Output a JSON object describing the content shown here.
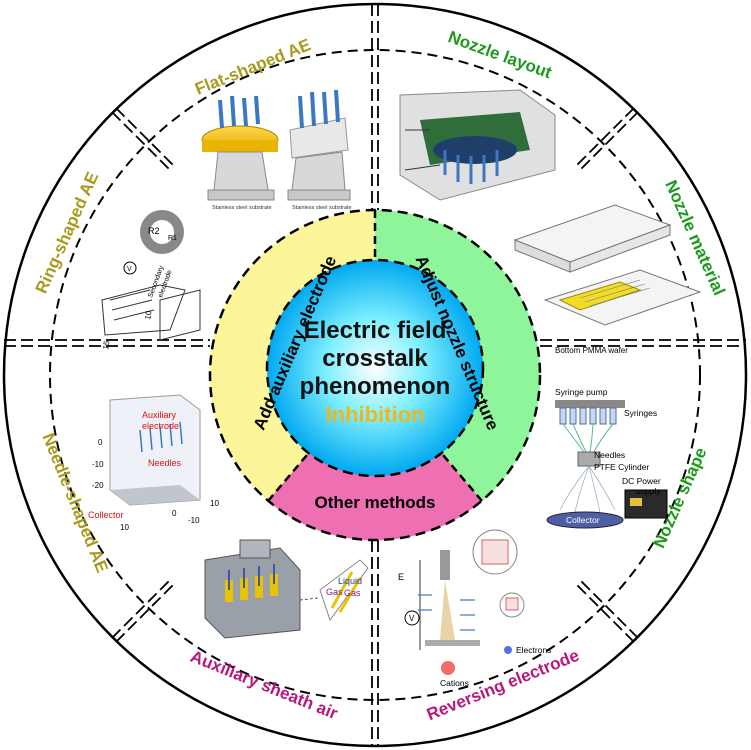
{
  "center": {
    "line1": "Electric field",
    "line2": "crosstalk",
    "line3": "phenomenon",
    "line4": "Inhibition"
  },
  "categories": {
    "left": "Add auxiliary electrode",
    "right": "Adjust nozzle structure",
    "bottom": "Other methods"
  },
  "sections": {
    "flat_shaped_ae": "Flat-shaped AE",
    "nozzle_layout": "Nozzle layout",
    "ring_shaped_ae": "Ring-shaped AE",
    "nozzle_material": "Nozzle material",
    "needle_shaped_ae": "Needle-shaped AE",
    "nozzle_shape": "Nozzle shape",
    "auxiliary_sheath_air": "Auxiliary sheath air",
    "reversing_electrode": "Reversing electrode"
  },
  "figure_labels": {
    "flat_substrate_1": "Stainless steel substrate",
    "flat_substrate_2": "Stainless steel substrate",
    "ring_r2": "R2",
    "ring_r1": "R1",
    "ring_secondary": "Secondary",
    "ring_electrode": "electrode",
    "ring_v": "V",
    "ring_dim_15": "15",
    "ring_dim_10": "10",
    "material_wafer": "Bottom PMMA wafer",
    "needle_aux_1": "Auxiliary",
    "needle_aux_2": "electrode",
    "needle_needles": "Needles",
    "needle_collector": "Collector",
    "needle_tick_0": "0",
    "needle_tick_m10": "-10",
    "needle_tick_m20": "-20",
    "needle_tick_10a": "10",
    "needle_tick_0b": "0",
    "needle_tick_m10b": "-10",
    "needle_tick_10b": "10",
    "shape_syringe_pump": "Syringe pump",
    "shape_syringes": "Syringes",
    "shape_needles": "Needles",
    "shape_ptfe": "PTFE Cylinder",
    "shape_dc1": "DC Power",
    "shape_dc2": "supply",
    "shape_collector": "Collector",
    "sheath_liquid": "Liquid",
    "sheath_gas1": "Gas",
    "sheath_gas2": "Gas",
    "rev_e": "E",
    "rev_v": "V",
    "rev_cations": "Cations",
    "rev_electrons": "Electrons"
  },
  "colors": {
    "yellow_sector": "#fdf59a",
    "green_sector": "#8ef59a",
    "pink_sector": "#ee6fb2",
    "center_inner": "#ffffff",
    "center_mid": "#4fe0ff",
    "center_outer": "#00a8f0",
    "olive_text": "#a89a1e",
    "green_text": "#1c9a1c",
    "magenta_text": "#b8187a",
    "inhibition_text": "#f2b51a"
  }
}
